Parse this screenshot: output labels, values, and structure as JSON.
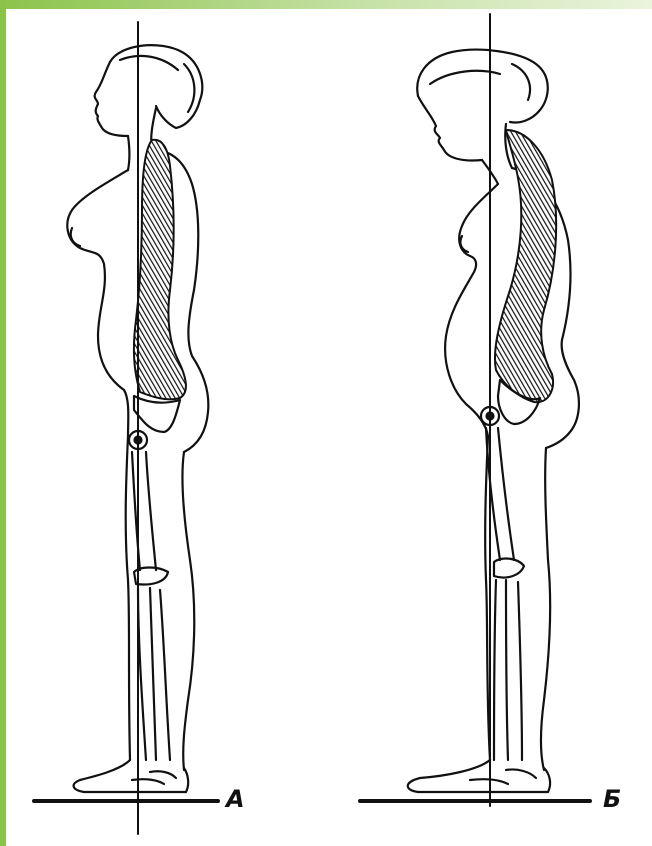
{
  "figures": [
    {
      "id": "A",
      "label": "А"
    },
    {
      "id": "B",
      "label": "Б"
    }
  ],
  "colors": {
    "accent": "#8bc34a",
    "ink": "#111111",
    "background": "#ffffff"
  }
}
